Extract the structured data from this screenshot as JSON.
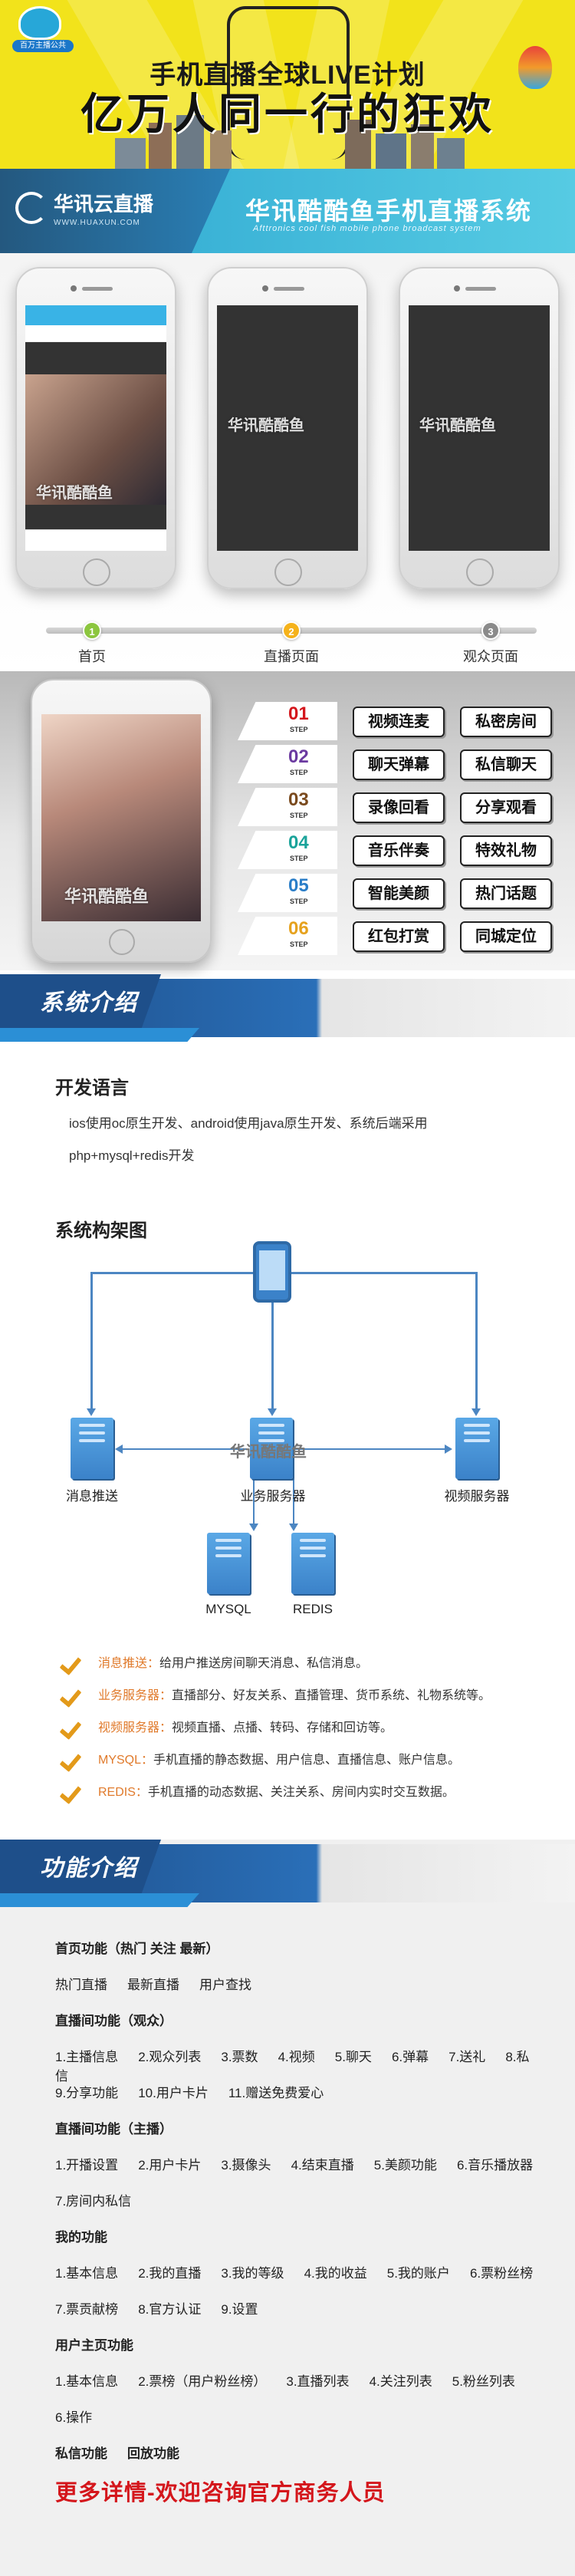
{
  "hero": {
    "logo_badge": "百万主播公共",
    "title_line1": "手机直播全球LIVE计划",
    "title_line2": "亿万人同一行的狂欢"
  },
  "brand": {
    "logo_name": "华讯云直播",
    "logo_url": "WWW.HUAXUN.COM",
    "title": "华讯酷酷鱼手机直播系统",
    "subtitle": "Afttronics cool fish mobile phone broadcast system"
  },
  "phones": {
    "watermark": "华讯酷酷鱼",
    "steps": [
      {
        "num": "1",
        "label": "首页",
        "color": "#8cc63f"
      },
      {
        "num": "2",
        "label": "直播页面",
        "color": "#f5b21b"
      },
      {
        "num": "3",
        "label": "观众页面",
        "color": "#8a8a8a"
      }
    ]
  },
  "features": {
    "watermark": "华讯酷酷鱼",
    "rows": [
      {
        "num": "01",
        "step": "STEP",
        "color": "#d4161c",
        "left": "视频连麦",
        "right": "私密房间"
      },
      {
        "num": "02",
        "step": "STEP",
        "color": "#6b3aa0",
        "left": "聊天弹幕",
        "right": "私信聊天"
      },
      {
        "num": "03",
        "step": "STEP",
        "color": "#7a4a1e",
        "left": "录像回看",
        "right": "分享观看"
      },
      {
        "num": "04",
        "step": "STEP",
        "color": "#1aa39a",
        "left": "音乐伴奏",
        "right": "特效礼物"
      },
      {
        "num": "05",
        "step": "STEP",
        "color": "#2b7ec8",
        "left": "智能美颜",
        "right": "热门话题"
      },
      {
        "num": "06",
        "step": "STEP",
        "color": "#e6a21e",
        "left": "红包打赏",
        "right": "同城定位"
      }
    ]
  },
  "system_intro": {
    "header": "系统介绍",
    "dev_lang_title": "开发语言",
    "dev_lang_line1": "ios使用oc原生开发、android使用java原生开发、系统后端采用",
    "dev_lang_line2": "php+mysql+redis开发",
    "arch_title": "系统构架图",
    "arch_watermark": "华讯酷酷鱼",
    "nodes": {
      "push": "消息推送",
      "business": "业务服务器",
      "video": "视频服务器",
      "mysql": "MYSQL",
      "redis": "REDIS"
    },
    "bullets": [
      {
        "key": "消息推送：",
        "text": "给用户推送房间聊天消息、私信消息。"
      },
      {
        "key": "业务服务器：",
        "text": "直播部分、好友关系、直播管理、货币系统、礼物系统等。"
      },
      {
        "key": "视频服务器：",
        "text": "视频直播、点播、转码、存储和回访等。"
      },
      {
        "key": "MYSQL：",
        "text": "手机直播的静态数据、用户信息、直播信息、账户信息。"
      },
      {
        "key": "REDIS：",
        "text": "手机直播的动态数据、关注关系、房间内实时交互数据。"
      }
    ]
  },
  "function_intro": {
    "header": "功能介绍",
    "lines": [
      {
        "bold": true,
        "items": [
          "首页功能（热门 关注 最新）"
        ]
      },
      {
        "bold": false,
        "items": [
          "热门直播",
          "最新直播",
          "用户查找"
        ]
      },
      {
        "bold": true,
        "items": [
          "直播间功能（观众）"
        ]
      },
      {
        "bold": false,
        "items": [
          "1.主播信息",
          "2.观众列表",
          "3.票数",
          "4.视频",
          "5.聊天",
          "6.弹幕",
          "7.送礼",
          "8.私信"
        ]
      },
      {
        "bold": false,
        "items": [
          "9.分享功能",
          "10.用户卡片",
          "11.赠送免费爱心"
        ]
      },
      {
        "bold": true,
        "items": [
          "直播间功能（主播）"
        ]
      },
      {
        "bold": false,
        "items": [
          "1.开播设置",
          "2.用户卡片",
          "3.摄像头",
          "4.结束直播",
          "5.美颜功能",
          "6.音乐播放器"
        ]
      },
      {
        "bold": false,
        "items": [
          "7.房间内私信"
        ]
      },
      {
        "bold": true,
        "items": [
          "我的功能"
        ]
      },
      {
        "bold": false,
        "items": [
          "1.基本信息",
          "2.我的直播",
          "3.我的等级",
          "4.我的收益",
          "5.我的账户",
          "6.票粉丝榜"
        ]
      },
      {
        "bold": false,
        "items": [
          "7.票贡献榜",
          "8.官方认证",
          "9.设置"
        ]
      },
      {
        "bold": true,
        "items": [
          "用户主页功能"
        ]
      },
      {
        "bold": false,
        "items": [
          "1.基本信息",
          "2.票榜（用户粉丝榜）",
          "3.直播列表",
          "4.关注列表",
          "5.粉丝列表"
        ]
      },
      {
        "bold": false,
        "items": [
          "6.操作"
        ]
      },
      {
        "bold": true,
        "items": [
          "私信功能",
          "回放功能"
        ]
      }
    ],
    "cta": "更多详情-欢迎咨询官方商务人员"
  }
}
